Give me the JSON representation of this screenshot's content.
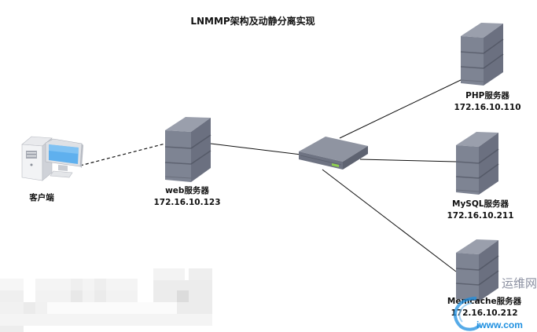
{
  "diagram": {
    "title": "LNMMP架构及动静分离实现",
    "nodes": {
      "client": {
        "name": "客户端",
        "type": "desktop-computer"
      },
      "web": {
        "name": "web服务器",
        "ip": "172.16.10.123",
        "type": "server"
      },
      "switch": {
        "type": "network-switch"
      },
      "php": {
        "name": "PHP服务器",
        "ip": "172.16.10.110",
        "type": "server"
      },
      "mysql": {
        "name": "MySQL服务器",
        "ip": "172.16.10.211",
        "type": "server"
      },
      "memcache": {
        "name": "Memcache服务器",
        "ip": "172.16.10.212",
        "type": "server"
      }
    },
    "edges": [
      {
        "from": "client",
        "to": "web",
        "style": "dashed"
      },
      {
        "from": "web",
        "to": "switch",
        "style": "solid"
      },
      {
        "from": "switch",
        "to": "php",
        "style": "solid"
      },
      {
        "from": "switch",
        "to": "mysql",
        "style": "solid"
      },
      {
        "from": "switch",
        "to": "memcache",
        "style": "solid"
      }
    ]
  },
  "watermark": {
    "text_cn": "运维网",
    "text_en": "iwww.com"
  },
  "colors": {
    "server_front": "#7e8493",
    "server_top": "#9a9fac",
    "server_side": "#6b7080",
    "line": "#111111",
    "monitor_screen": "#5fb0ee",
    "switch_led": "#8fd14f"
  }
}
